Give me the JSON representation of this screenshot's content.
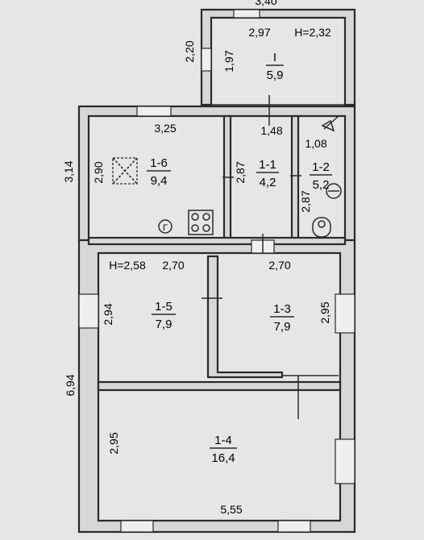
{
  "plan": {
    "outer_dims": {
      "top_width": "3,40",
      "annex_height": "2,20",
      "left_upper": "3,14",
      "left_lower": "6,94",
      "bottom_width": "5,55"
    },
    "rooms": [
      {
        "id": "I",
        "area": "5,9",
        "dims": [
          "2,97",
          "1,97"
        ],
        "height": "H=2,32"
      },
      {
        "id": "1-6",
        "area": "9,4",
        "dims": [
          "3,25",
          "2,90"
        ]
      },
      {
        "id": "1-1",
        "area": "4,2",
        "dims": [
          "1,48",
          "2,87"
        ]
      },
      {
        "id": "1-2",
        "area": "5,2",
        "dims": [
          "1,08",
          "2,87"
        ]
      },
      {
        "id": "1-5",
        "area": "7,9",
        "dims": [
          "2,70",
          "2,94"
        ],
        "height": "H=2,58"
      },
      {
        "id": "1-3",
        "area": "7,9",
        "dims": [
          "2,70",
          "2,95"
        ]
      },
      {
        "id": "1-4",
        "area": "16,4",
        "dims": [
          "2,95"
        ]
      }
    ],
    "symbols": {
      "gas_meter": "Г"
    }
  }
}
